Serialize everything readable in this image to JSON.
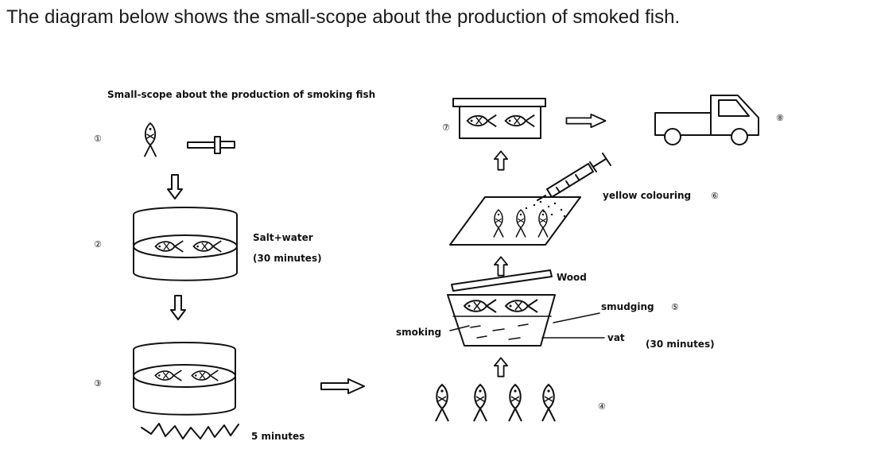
{
  "heading": "The diagram below shows the small-scope about the production of smoked fish.",
  "diagram": {
    "title": "Small-scope about the production of smoking fish",
    "step_numbers": {
      "s1": "①",
      "s2": "②",
      "s3": "③",
      "s4": "④",
      "s5": "⑤",
      "s6": "⑥",
      "s7": "⑦",
      "s8": "⑧"
    },
    "labels": {
      "salt_water": "Salt+water",
      "thirty_min_1": "(30 minutes)",
      "five_minutes": "5 minutes",
      "wood": "Wood",
      "smudging": "smudging",
      "smoking": "smoking",
      "vat": "vat",
      "thirty_min_2": "(30 minutes)",
      "yellow_colouring": "yellow colouring"
    }
  }
}
